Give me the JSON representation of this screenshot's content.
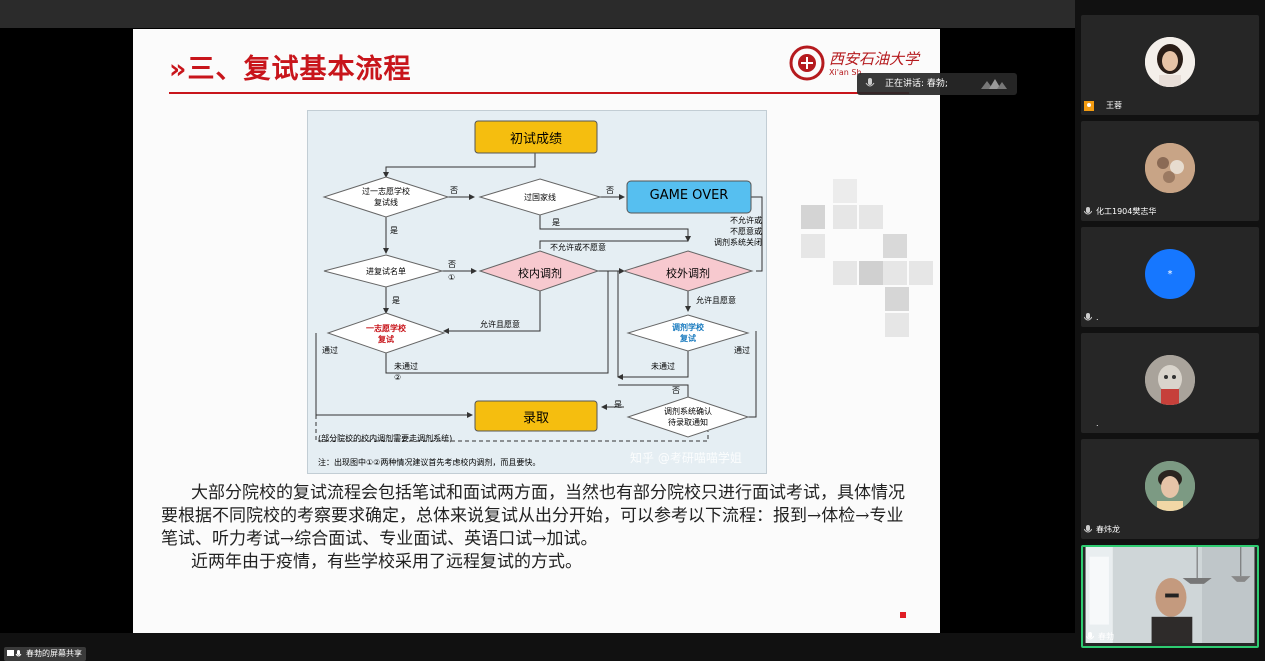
{
  "slide": {
    "title": "三、复试基本流程",
    "title_marker": "»",
    "logo_text": "西安石油大学",
    "logo_sub": "Xi'an Sh",
    "flowchart": {
      "start": "初试成绩",
      "q_first_choice_line": [
        "过一志愿学校",
        "复试线"
      ],
      "no1": "否",
      "q_national_line": "过国家线",
      "no2": "否",
      "game_over": "GAME OVER",
      "yes1": "是",
      "yes_national": "是",
      "reject_note": [
        "不允许或",
        "不愿意或",
        "调剂系统关闭"
      ],
      "not_allow_or_unwilling": "不允许或不愿意",
      "q_retest_list": "进复试名单",
      "no3": "否",
      "circle1": "①",
      "internal_adjust": "校内调剂",
      "external_adjust": "校外调剂",
      "yes2": "是",
      "allow_willing_ext": "允许且愿意",
      "q_first_choice_retest": [
        "一志愿学校",
        "复试"
      ],
      "allow_willing_int": "允许且愿意",
      "q_adjust_retest": [
        "调剂学校",
        "复试"
      ],
      "pass_left": "通过",
      "fail": "未通过",
      "circle2": "②",
      "fail2": "未通过",
      "pass_right": "通过",
      "no4": "否",
      "yes3": "是",
      "q_confirm": [
        "调剂系统确认",
        "待录取通知"
      ],
      "admit": "录取",
      "dashed_note": "(部分院校的校内调剂需要走调剂系统)",
      "footnote": "注：出现图中①②两种情况建议首先考虑校内调剂，而且要快。",
      "watermark": "知乎 @考研喵喵学姐"
    },
    "paragraph1": "大部分院校的复试流程会包括笔试和面试两方面，当然也有部分院校只进行面试考试，具体情况要根据不同院校的考察要求确定，总体来说复试从出分开始，可以参考以下流程：报到→体检→专业笔试、听力考试→综合面试、专业面试、英语口试→加试。",
    "paragraph2": "近两年由于疫情，有些学校采用了远程复试的方式。"
  },
  "speaking_indicator": "正在讲话: 春勃;",
  "share_label": "春勃的屏幕共享",
  "participants": [
    {
      "name": "王蓉",
      "icon": "user-avatar-photo"
    },
    {
      "name": "化工1904樊志华",
      "icon": "user-avatar-photo"
    },
    {
      "name": ".",
      "icon": "asterisk-avatar",
      "initial": "*"
    },
    {
      "name": ".",
      "icon": "user-avatar-photo"
    },
    {
      "name": "春炜龙",
      "icon": "user-avatar-photo"
    },
    {
      "name": "春勃",
      "icon": "camera-video"
    }
  ],
  "colors": {
    "title_red": "#c8151b",
    "gold_box": "#f5be0f",
    "blue_box": "#56bff0",
    "pink_diamond": "#f7c9cf",
    "active_border": "#2ecc71",
    "avatar_blue": "#1677ff"
  }
}
